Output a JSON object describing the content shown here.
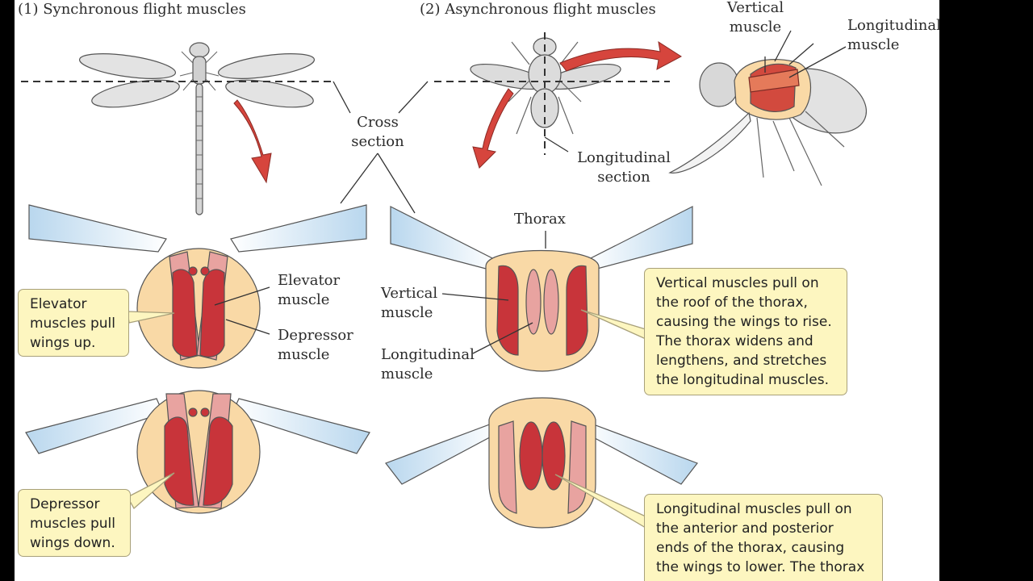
{
  "headings": {
    "synchronous": "(1)  Synchronous flight muscles",
    "asynchronous": "(2)  Asynchronous flight muscles"
  },
  "labels": {
    "cross_section": [
      "Cross",
      "section"
    ],
    "longitudinal_section": [
      "Longitudinal",
      "section"
    ],
    "fly_vertical_muscle": [
      "Vertical",
      "muscle"
    ],
    "fly_longitudinal_muscle": [
      "Longitudinal",
      "muscle"
    ],
    "elevator_muscle": [
      "Elevator",
      "muscle"
    ],
    "depressor_muscle": [
      "Depressor",
      "muscle"
    ],
    "thorax": "Thorax",
    "section_vertical_muscle": [
      "Vertical",
      "muscle"
    ],
    "section_longitudinal_muscle": [
      "Longitudinal",
      "muscle"
    ]
  },
  "callouts": {
    "elevator": [
      "Elevator",
      "muscles pull",
      "wings up."
    ],
    "depressor": [
      "Depressor",
      "muscles pull",
      "wings down."
    ],
    "vertical": [
      "Vertical muscles pull on",
      "the roof of the thorax,",
      "causing the wings to rise.",
      "The thorax widens and",
      "lengthens, and stretches",
      "the longitudinal muscles."
    ],
    "longitudinal": [
      "Longitudinal muscles pull on",
      "the anterior and posterior",
      "ends of the thorax, causing",
      "the wings to lower.  The thorax"
    ]
  },
  "colors": {
    "thorax_fill": "#f9d9a6",
    "muscle_red": "#c8343a",
    "muscle_pink": "#e8a3a0",
    "wing_blue": "#cfe4f3",
    "arrow_red": "#d6453d",
    "callout_fill": "#fdf6c0"
  }
}
